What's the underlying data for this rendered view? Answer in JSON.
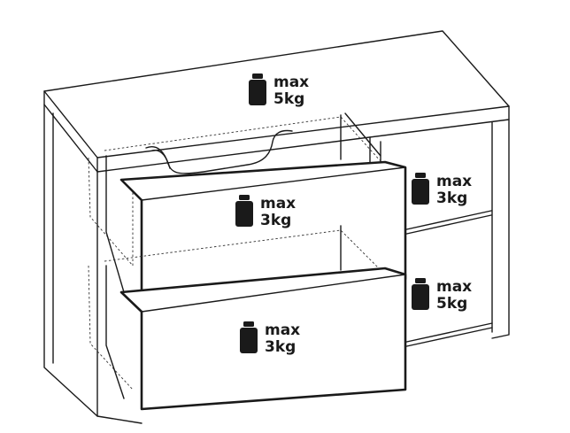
{
  "load_labels": [
    {
      "id": "top",
      "line1": "max",
      "line2": "5kg"
    },
    {
      "id": "upper-drawer",
      "line1": "max",
      "line2": "3kg"
    },
    {
      "id": "upper-shelf",
      "line1": "max",
      "line2": "3kg"
    },
    {
      "id": "lower-shelf",
      "line1": "max",
      "line2": "5kg"
    },
    {
      "id": "lower-drawer",
      "line1": "max",
      "line2": "3kg"
    }
  ],
  "icons": [
    "weight-icon"
  ]
}
